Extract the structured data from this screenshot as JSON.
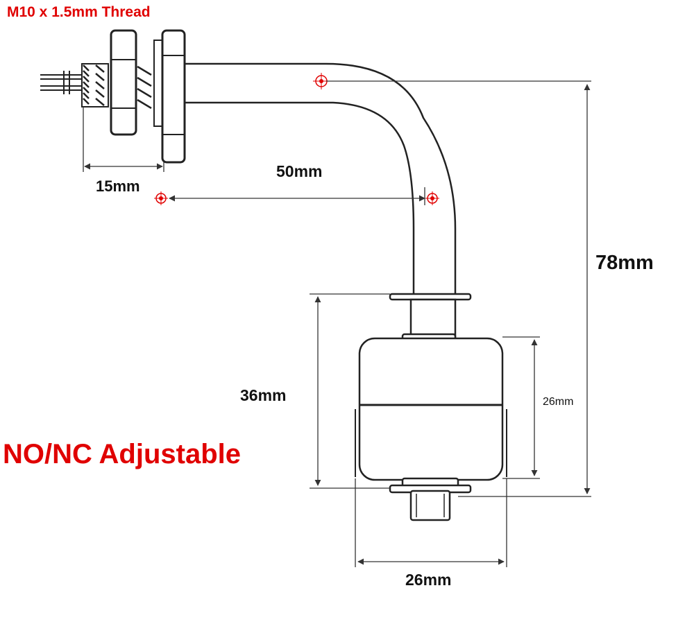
{
  "labels": {
    "thread": "M10 x 1.5mm Thread",
    "length_50": "50mm",
    "length_15": "15mm",
    "height_78": "78mm",
    "height_36": "36mm",
    "float_height_26": "26mm",
    "float_width_26": "26mm",
    "mode": "NO/NC Adjustable"
  },
  "colors": {
    "accent": "#e00000",
    "line": "#222222",
    "dim": "#333333"
  }
}
